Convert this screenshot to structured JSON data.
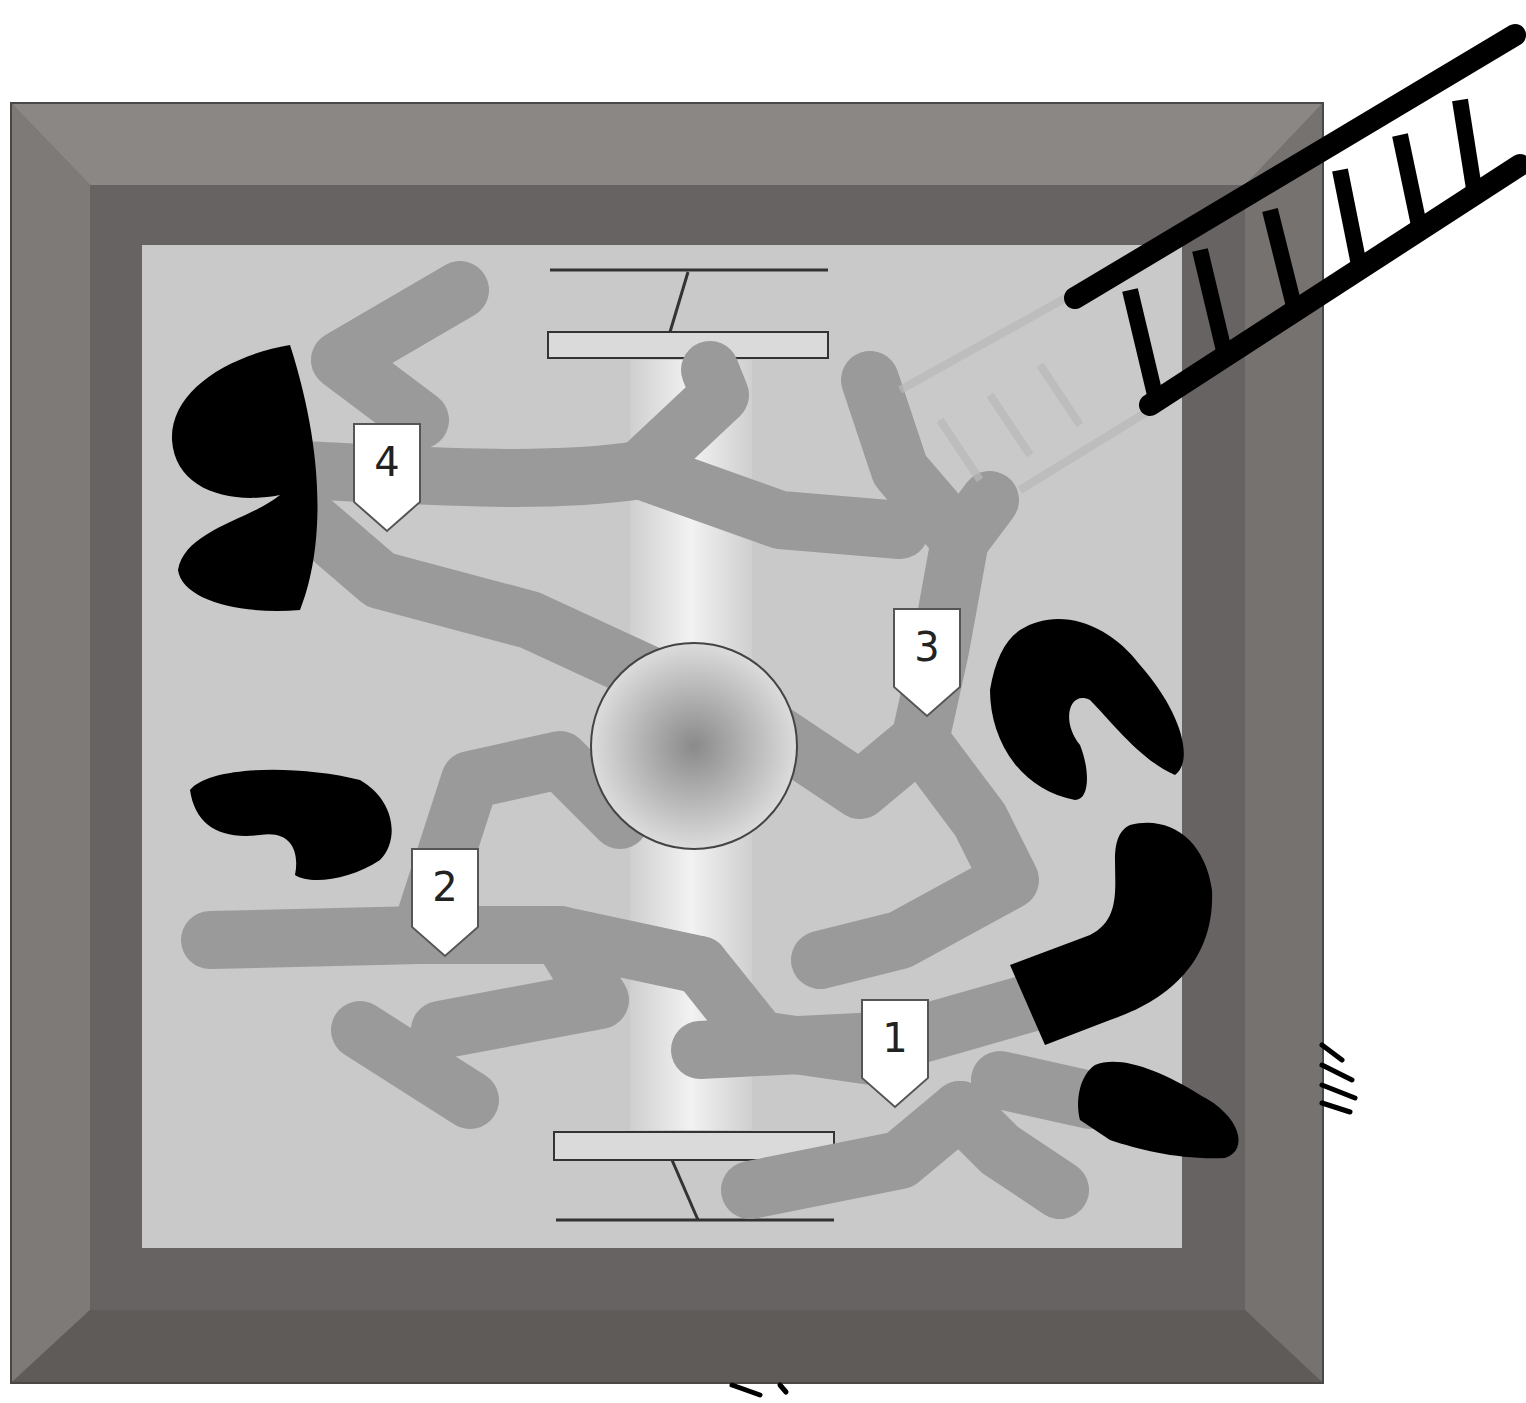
{
  "diagram": {
    "nodes": [
      {
        "text": [
          "4"
        ]
      },
      {
        "text": [
          "3"
        ]
      },
      {
        "text": [
          "2"
        ]
      },
      {
        "text": [
          "1"
        ]
      }
    ]
  }
}
